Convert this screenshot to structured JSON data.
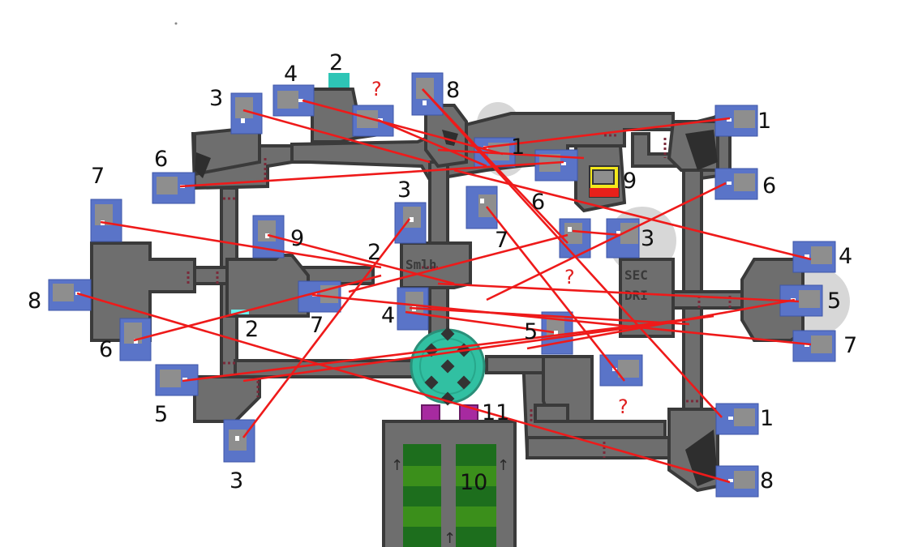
{
  "map": {
    "labels": [
      {
        "id": "2-top",
        "text": "2"
      },
      {
        "id": "4-top",
        "text": "4"
      },
      {
        "id": "q-top",
        "text": "?"
      },
      {
        "id": "8-top",
        "text": "8"
      },
      {
        "id": "3-top-left",
        "text": "3"
      },
      {
        "id": "1-center",
        "text": "1"
      },
      {
        "id": "1-right-top",
        "text": "1"
      },
      {
        "id": "6-left",
        "text": "6"
      },
      {
        "id": "9-right",
        "text": "9"
      },
      {
        "id": "6-right",
        "text": "6"
      },
      {
        "id": "7-left",
        "text": "7"
      },
      {
        "id": "3-center",
        "text": "3"
      },
      {
        "id": "6-center",
        "text": "6"
      },
      {
        "id": "9-left",
        "text": "9"
      },
      {
        "id": "2-center",
        "text": "2"
      },
      {
        "id": "7-center",
        "text": "7"
      },
      {
        "id": "3-right",
        "text": "3"
      },
      {
        "id": "4-right",
        "text": "4"
      },
      {
        "id": "q-mid",
        "text": "?"
      },
      {
        "id": "8-left",
        "text": "8"
      },
      {
        "id": "5-right",
        "text": "5"
      },
      {
        "id": "4-center",
        "text": "4"
      },
      {
        "id": "2-left",
        "text": "2"
      },
      {
        "id": "6-bottom-left",
        "text": "6"
      },
      {
        "id": "7-lower-left",
        "text": "7"
      },
      {
        "id": "5-center",
        "text": "5"
      },
      {
        "id": "7-right",
        "text": "7"
      },
      {
        "id": "q-bottom",
        "text": "?"
      },
      {
        "id": "5-left",
        "text": "5"
      },
      {
        "id": "11",
        "text": "11"
      },
      {
        "id": "1-right-bottom",
        "text": "1"
      },
      {
        "id": "10",
        "text": "10"
      },
      {
        "id": "3-bottom",
        "text": "3"
      },
      {
        "id": "8-right",
        "text": "8"
      }
    ],
    "sign_top": "SEC",
    "sign_bottom": "DRI",
    "sign_reactor": "Smlh"
  }
}
